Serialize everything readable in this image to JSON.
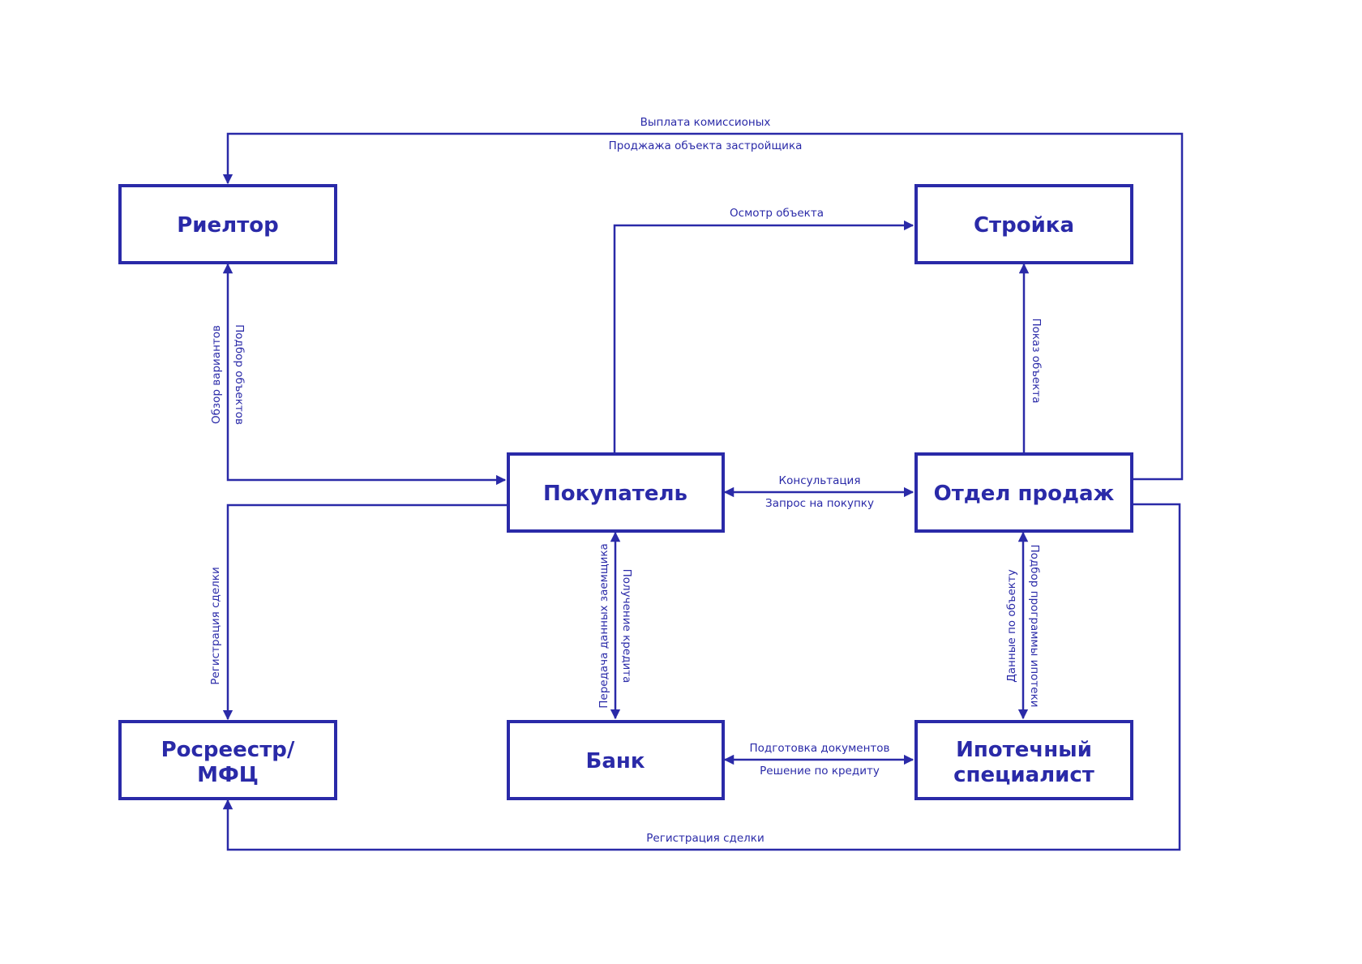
{
  "colors": {
    "primary": "#2a2aa8",
    "background": "#ffffff"
  },
  "nodes": {
    "realtor": {
      "lines": [
        "Риелтор"
      ]
    },
    "construction": {
      "lines": [
        "Стройка"
      ]
    },
    "buyer": {
      "lines": [
        "Покупатель"
      ]
    },
    "sales": {
      "lines": [
        "Отдел продаж"
      ]
    },
    "registry": {
      "lines": [
        "Росреестр/",
        "МФЦ"
      ]
    },
    "bank": {
      "lines": [
        "Банк"
      ]
    },
    "mortgage": {
      "lines": [
        "Ипотечный",
        "специалист"
      ]
    }
  },
  "edges": {
    "commission": {
      "label_above": "Выплата комиссионых",
      "label_below": "Проджажа объекта застройщика",
      "from": "sales",
      "to": "realtor"
    },
    "inspection": {
      "label": "Осмотр объекта",
      "from": "buyer",
      "to": "construction"
    },
    "realtor_buyer": {
      "label_left": "Обзор вариантов",
      "label_right": "Подбор объектов",
      "from": "realtor",
      "to": "buyer",
      "bidirectional": true
    },
    "show_object": {
      "label": "Показ объекта",
      "from": "sales",
      "to": "construction"
    },
    "consult": {
      "label_above": "Консультация",
      "label_below": "Запрос на покупку",
      "from": "buyer",
      "to": "sales",
      "bidirectional": true
    },
    "buyer_registry": {
      "label": "Регистрация сделки",
      "from": "buyer",
      "to": "registry"
    },
    "buyer_bank": {
      "label_left": "Передача данных заемщика",
      "label_right": "Получение кредита",
      "from": "buyer",
      "to": "bank",
      "bidirectional": true
    },
    "sales_mortgage": {
      "label_left": "Данные по объекту",
      "label_right": "Подбор программы ипотеки",
      "from": "sales",
      "to": "mortgage",
      "bidirectional": true
    },
    "bank_mortgage": {
      "label_above": "Подготовка документов",
      "label_below": "Решение по кредиту",
      "from": "bank",
      "to": "mortgage",
      "bidirectional": true
    },
    "sales_registry": {
      "label": "Регистрация сделки",
      "from": "sales",
      "to": "registry"
    }
  }
}
